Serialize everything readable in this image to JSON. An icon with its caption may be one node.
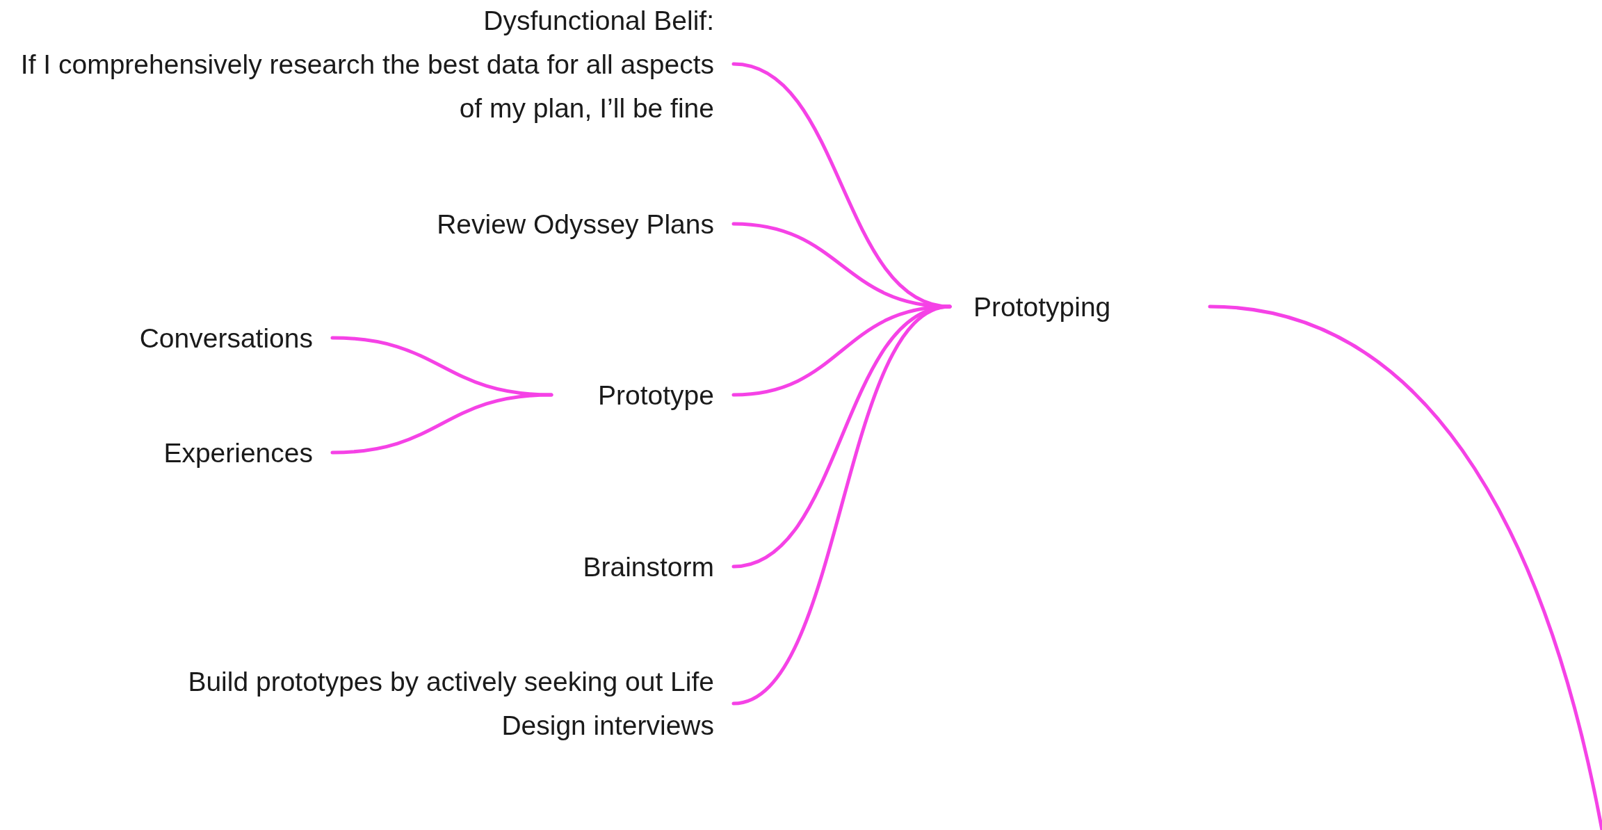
{
  "diagram": {
    "nodes": [
      {
        "text": [
          "Prototyping"
        ]
      },
      {
        "text": [
          "Dysfunctional Belif:",
          "If I comprehensively research the best data for all aspects of my plan, I’ll be fine"
        ]
      },
      {
        "text": [
          "Review Odyssey Plans"
        ]
      },
      {
        "text": [
          "Prototype"
        ]
      },
      {
        "text": [
          "Conversations"
        ]
      },
      {
        "text": [
          "Experiences"
        ]
      },
      {
        "text": [
          "Brainstorm"
        ]
      },
      {
        "text": [
          "Build prototypes by actively seeking out Life Design interviews"
        ]
      }
    ],
    "edges": [
      {
        "from": 0,
        "to": 1,
        "arrow": "none"
      },
      {
        "from": 0,
        "to": 2,
        "arrow": "none"
      },
      {
        "from": 0,
        "to": 3,
        "arrow": "none"
      },
      {
        "from": 3,
        "to": 4,
        "arrow": "none"
      },
      {
        "from": 3,
        "to": 5,
        "arrow": "none"
      },
      {
        "from": 0,
        "to": 6,
        "arrow": "none"
      },
      {
        "from": 0,
        "to": 7,
        "arrow": "none"
      },
      {
        "from": 0,
        "to": null,
        "arrow": "none"
      }
    ]
  }
}
